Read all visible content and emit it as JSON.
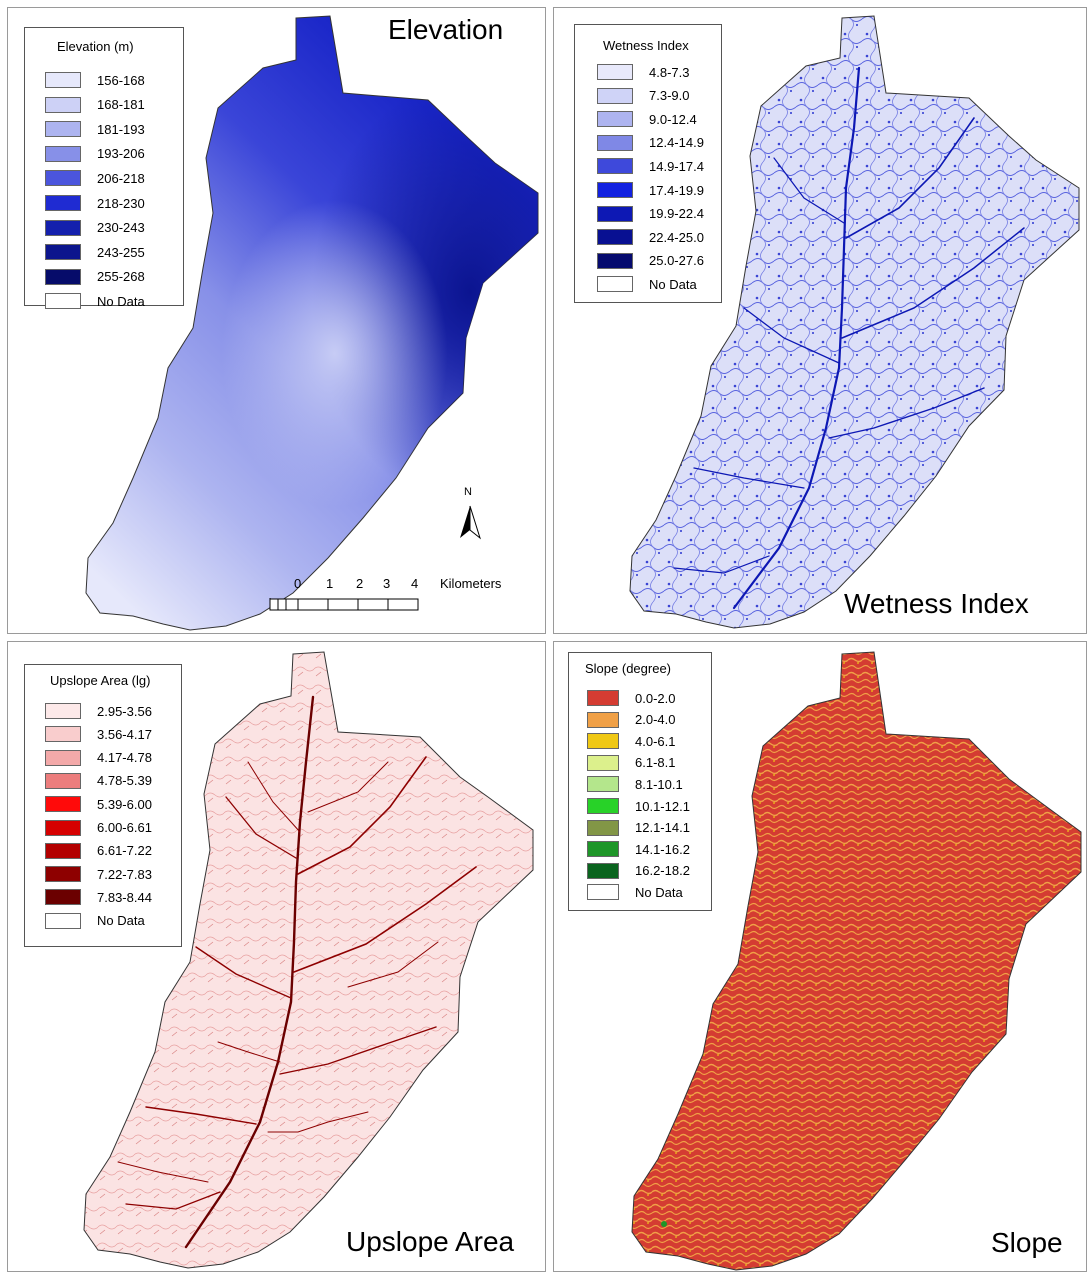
{
  "panels": {
    "elevation": {
      "title": "Elevation",
      "legend_title": "Elevation (m)",
      "classes": [
        {
          "label": "156-168",
          "color": "#e6e8fb"
        },
        {
          "label": "168-181",
          "color": "#cdd1f6"
        },
        {
          "label": "181-193",
          "color": "#adb4f0"
        },
        {
          "label": "193-206",
          "color": "#8790e8"
        },
        {
          "label": "206-218",
          "color": "#4b55dd"
        },
        {
          "label": "218-230",
          "color": "#1f2bd2"
        },
        {
          "label": "230-243",
          "color": "#1420ad"
        },
        {
          "label": "243-255",
          "color": "#0c158d"
        },
        {
          "label": "255-268",
          "color": "#060c6a"
        },
        {
          "label": "No Data",
          "color": "#ffffff"
        }
      ]
    },
    "wetness": {
      "title": "Wetness Index",
      "legend_title": "Wetness Index",
      "classes": [
        {
          "label": "4.8-7.3",
          "color": "#e8e9fb"
        },
        {
          "label": "7.3-9.0",
          "color": "#cfd3f7"
        },
        {
          "label": "9.0-12.4",
          "color": "#aeb4f0"
        },
        {
          "label": "12.4-14.9",
          "color": "#7f88e6"
        },
        {
          "label": "14.9-17.4",
          "color": "#3e49db"
        },
        {
          "label": "17.4-19.9",
          "color": "#1221e0"
        },
        {
          "label": "19.9-22.4",
          "color": "#0d18b4"
        },
        {
          "label": "22.4-25.0",
          "color": "#081092"
        },
        {
          "label": "25.0-27.6",
          "color": "#050a6e"
        },
        {
          "label": "No Data",
          "color": "#ffffff"
        }
      ]
    },
    "upslope": {
      "title": "Upslope Area",
      "legend_title": "Upslope Area (lg)",
      "classes": [
        {
          "label": "2.95-3.56",
          "color": "#fde9e9"
        },
        {
          "label": "3.56-4.17",
          "color": "#f9cdcd"
        },
        {
          "label": "4.17-4.78",
          "color": "#f3a9a9"
        },
        {
          "label": "4.78-5.39",
          "color": "#ec7d7d"
        },
        {
          "label": "5.39-6.00",
          "color": "#ff0a0a"
        },
        {
          "label": "6.00-6.61",
          "color": "#d60000"
        },
        {
          "label": "6.61-7.22",
          "color": "#b30000"
        },
        {
          "label": "7.22-7.83",
          "color": "#8e0000"
        },
        {
          "label": "7.83-8.44",
          "color": "#6b0000"
        },
        {
          "label": "No Data",
          "color": "#ffffff"
        }
      ]
    },
    "slope": {
      "title": "Slope",
      "legend_title": "Slope (degree)",
      "classes": [
        {
          "label": "0.0-2.0",
          "color": "#d43c32"
        },
        {
          "label": "2.0-4.0",
          "color": "#f0a046"
        },
        {
          "label": "4.0-6.1",
          "color": "#f0c814"
        },
        {
          "label": "6.1-8.1",
          "color": "#dcf08c"
        },
        {
          "label": "8.1-10.1",
          "color": "#b4e68c"
        },
        {
          "label": "10.1-12.1",
          "color": "#28d228"
        },
        {
          "label": "12.1-14.1",
          "color": "#829646"
        },
        {
          "label": "14.1-16.2",
          "color": "#1e9628"
        },
        {
          "label": "16.2-18.2",
          "color": "#0a641e"
        },
        {
          "label": "No Data",
          "color": "#ffffff"
        }
      ]
    }
  },
  "north_arrow": {
    "label": "N"
  },
  "scale_bar": {
    "ticks": [
      "0",
      "1",
      "2",
      "3",
      "4"
    ],
    "units": "Kilometers"
  }
}
